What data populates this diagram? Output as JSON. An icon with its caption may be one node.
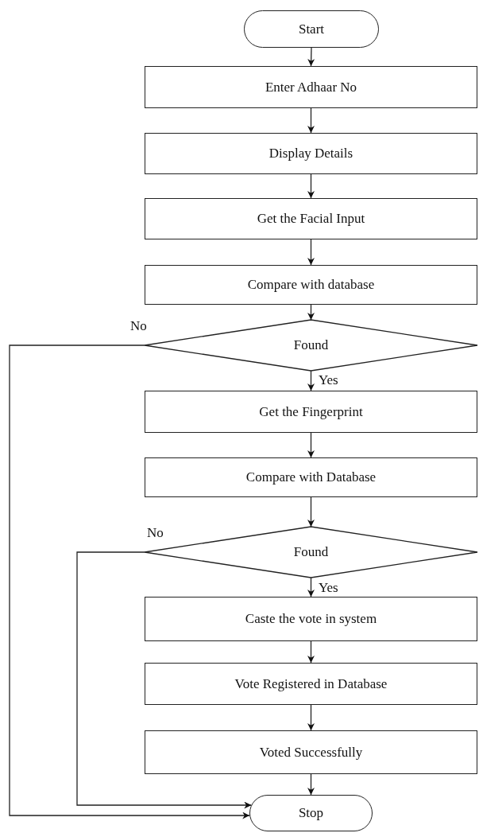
{
  "diagram": {
    "nodes": [
      {
        "text": [
          "Start"
        ]
      },
      {
        "text": [
          "Enter Adhaar No"
        ]
      },
      {
        "text": [
          "Display Details"
        ]
      },
      {
        "text": [
          "Get the Facial Input"
        ]
      },
      {
        "text": [
          "Compare with database"
        ]
      },
      {
        "text": [
          "Found"
        ]
      },
      {
        "text": [
          "Get the Fingerprint"
        ]
      },
      {
        "text": [
          "Compare with Database"
        ]
      },
      {
        "text": [
          "Found"
        ]
      },
      {
        "text": [
          "Caste the vote in system"
        ]
      },
      {
        "text": [
          "Vote Registered in Database"
        ]
      },
      {
        "text": [
          "Voted Successfully"
        ]
      },
      {
        "text": [
          "Stop"
        ]
      }
    ],
    "edges": [
      {
        "from": 0,
        "to": 1,
        "arrow": "to"
      },
      {
        "from": 1,
        "to": 2,
        "arrow": "to"
      },
      {
        "from": 2,
        "to": 3,
        "arrow": "to"
      },
      {
        "from": 3,
        "to": 4,
        "arrow": "to"
      },
      {
        "from": 4,
        "to": 5,
        "arrow": "to"
      },
      {
        "from": 5,
        "to": 6,
        "arrow": "to",
        "label": "Yes"
      },
      {
        "from": 5,
        "to": 12,
        "arrow": "to",
        "label": "No"
      },
      {
        "from": 6,
        "to": 7,
        "arrow": "to"
      },
      {
        "from": 7,
        "to": 8,
        "arrow": "to"
      },
      {
        "from": 8,
        "to": 9,
        "arrow": "to",
        "label": "Yes"
      },
      {
        "from": 8,
        "to": 12,
        "arrow": "to",
        "label": "No"
      },
      {
        "from": 9,
        "to": 10,
        "arrow": "to"
      },
      {
        "from": 10,
        "to": 11,
        "arrow": "to"
      },
      {
        "from": 11,
        "to": 12,
        "arrow": "to"
      }
    ]
  }
}
